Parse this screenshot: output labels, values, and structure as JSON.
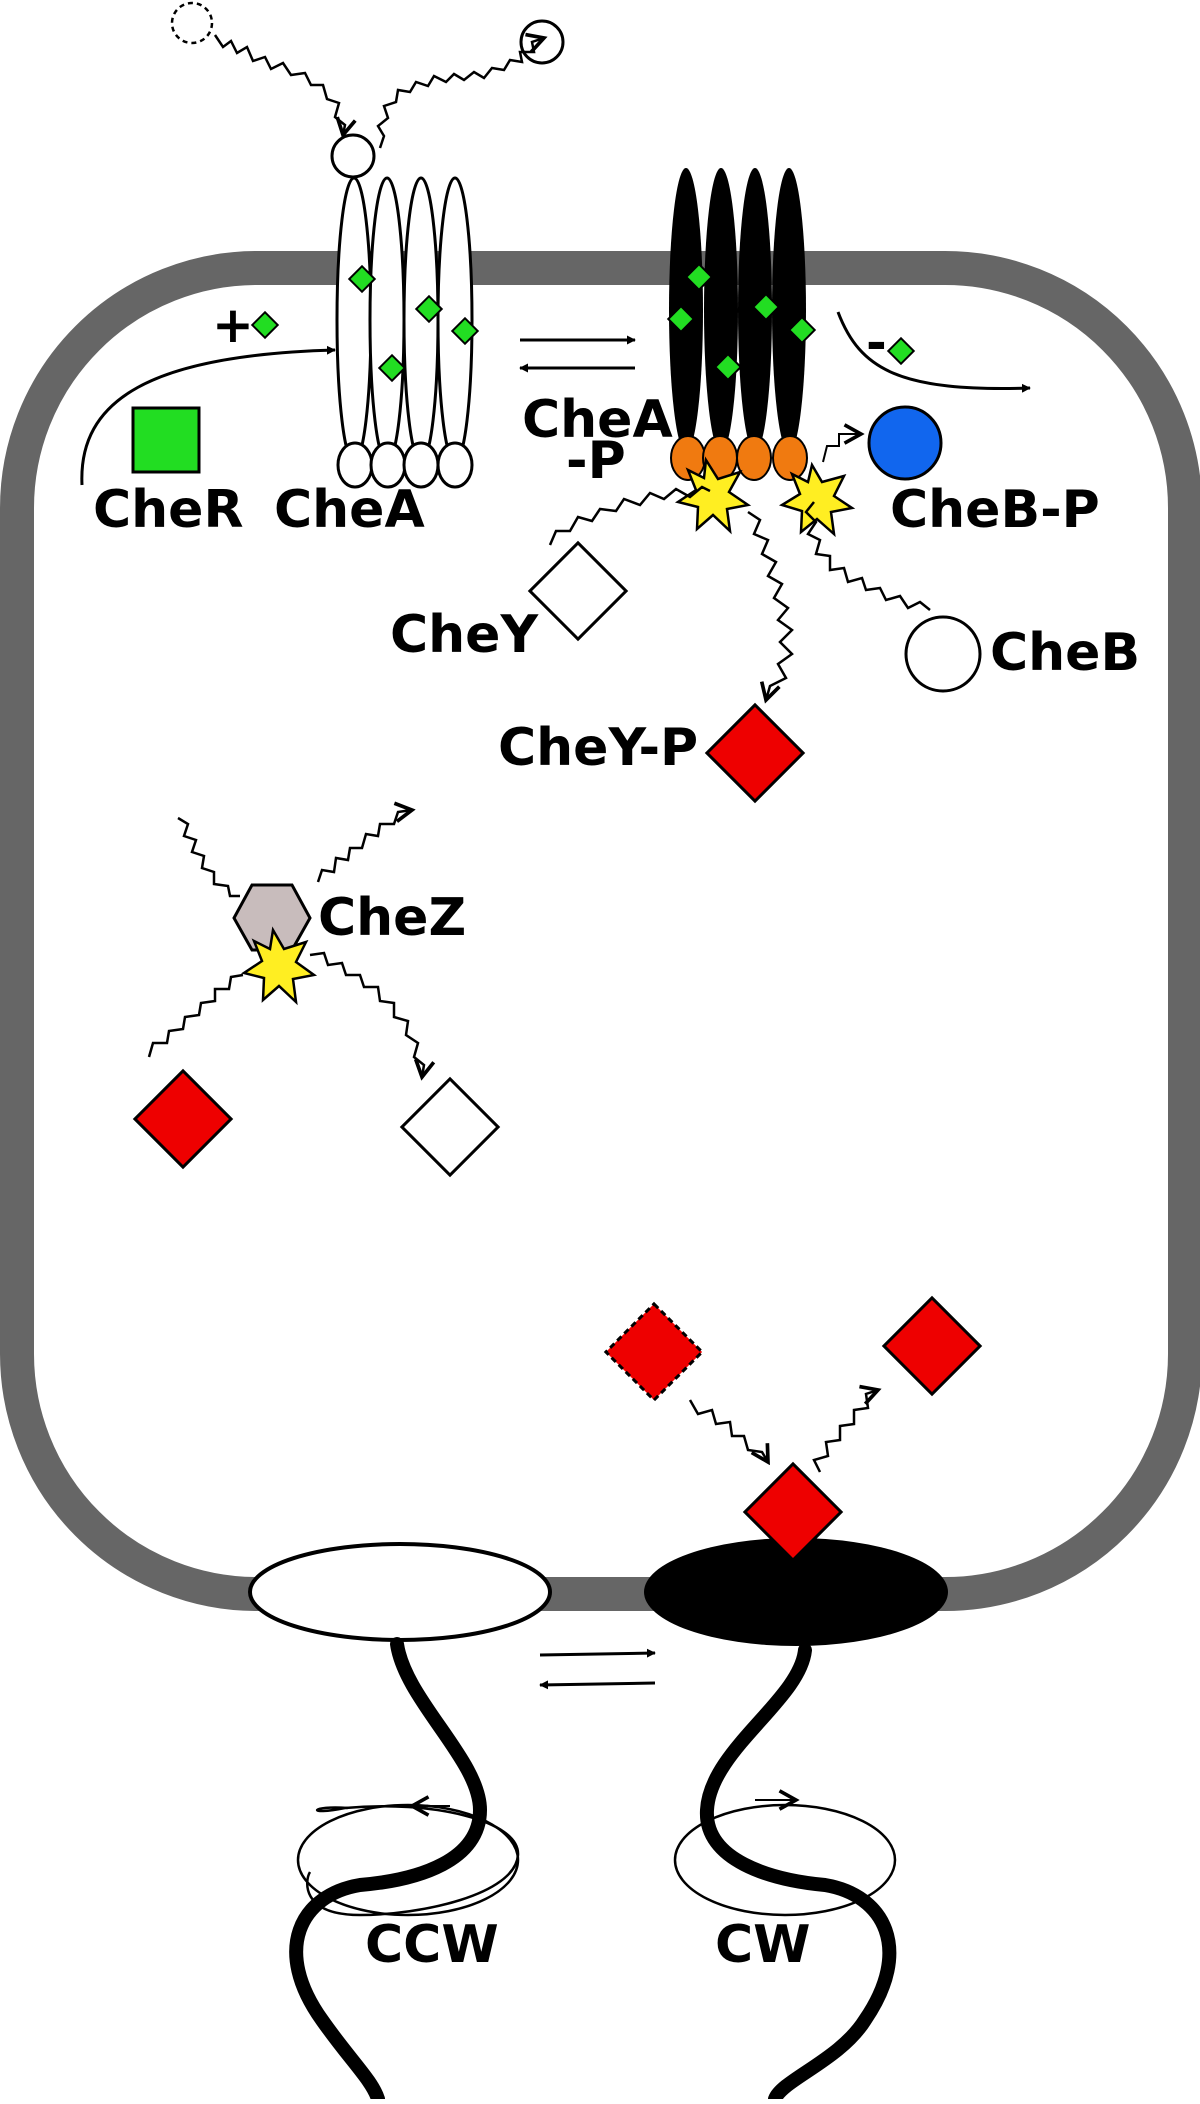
{
  "labels": {
    "cher": "CheR",
    "chea": "CheA",
    "chea_p_line1": "CheA",
    "chea_p_line2": "-P",
    "chebp": "CheB-P",
    "chey": "CheY",
    "cheb": "CheB",
    "cheyp": "CheY-P",
    "chez": "CheZ",
    "ccw": "CCW",
    "cw": "CW",
    "plus": "+",
    "minus": "-"
  },
  "colors": {
    "membrane": "#666666",
    "methyl_group": "#22dd22",
    "cher": "#22dd22",
    "cheb_p": "#1166ee",
    "chey_p": "#ee0000",
    "chea_p_domain": "#f07a10",
    "phospho_burst": "#ffee22",
    "chez": "#c8bcbc",
    "receptor_active": "#000000",
    "receptor_inactive": "#ffffff"
  },
  "states": {
    "left_receptor": "inactive (white)",
    "right_receptor": "active (black)",
    "left_motor": "CCW",
    "right_motor": "CW"
  }
}
